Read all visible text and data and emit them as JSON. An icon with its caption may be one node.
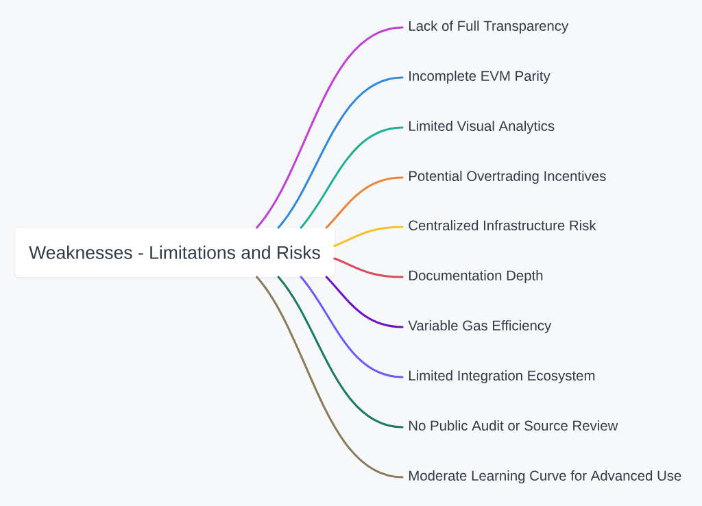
{
  "diagram": {
    "nodes": [
      {
        "text": [
          "Weaknesses - Limitations and Risks"
        ]
      },
      {
        "text": [
          "Lack of Full Transparency"
        ]
      },
      {
        "text": [
          "Incomplete EVM Parity"
        ]
      },
      {
        "text": [
          "Limited Visual Analytics"
        ]
      },
      {
        "text": [
          "Potential Overtrading Incentives"
        ]
      },
      {
        "text": [
          "Centralized Infrastructure Risk"
        ]
      },
      {
        "text": [
          "Documentation Depth"
        ]
      },
      {
        "text": [
          "Variable Gas Efficiency"
        ]
      },
      {
        "text": [
          "Limited Integration Ecosystem"
        ]
      },
      {
        "text": [
          "No Public Audit or Source Review"
        ]
      },
      {
        "text": [
          "Moderate Learning Curve for Advanced Use"
        ]
      }
    ],
    "edges": [
      {
        "from": 0,
        "to": 1,
        "arrow": "none",
        "color": "#c03fd6"
      },
      {
        "from": 0,
        "to": 2,
        "arrow": "none",
        "color": "#3189dd"
      },
      {
        "from": 0,
        "to": 3,
        "arrow": "none",
        "color": "#1fae98"
      },
      {
        "from": 0,
        "to": 4,
        "arrow": "none",
        "color": "#e8873b"
      },
      {
        "from": 0,
        "to": 5,
        "arrow": "none",
        "color": "#f5c02c"
      },
      {
        "from": 0,
        "to": 6,
        "arrow": "none",
        "color": "#d94a5b"
      },
      {
        "from": 0,
        "to": 7,
        "arrow": "none",
        "color": "#7012c2"
      },
      {
        "from": 0,
        "to": 8,
        "arrow": "none",
        "color": "#6b5bfa"
      },
      {
        "from": 0,
        "to": 9,
        "arrow": "none",
        "color": "#1c7a62"
      },
      {
        "from": 0,
        "to": 10,
        "arrow": "none",
        "color": "#8a7a5c"
      }
    ]
  }
}
